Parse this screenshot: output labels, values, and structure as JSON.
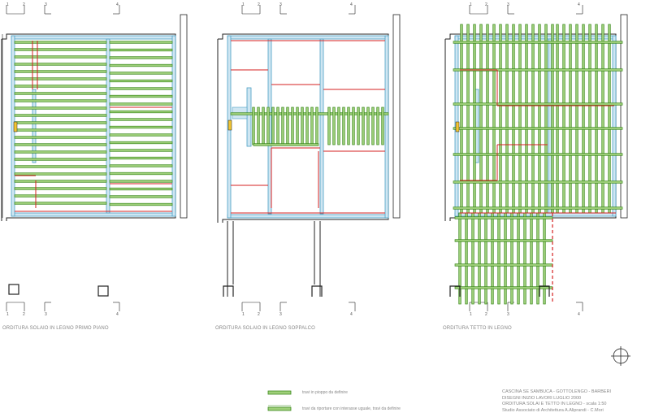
{
  "plans": [
    {
      "caption": "ORDITURA SOLAIO IN LEGNO PRIMO PIANO"
    },
    {
      "caption": "ORDITURA SOLAIO IN LEGNO SOPPALCO"
    },
    {
      "caption": "ORDITURA TETTO IN LEGNO"
    }
  ],
  "axes": [
    "1",
    "2",
    "3",
    "4"
  ],
  "legend": {
    "item1": "travi in pioppo da definire",
    "item2": "travi da riportare con interasse uguale, travi da definire"
  },
  "title_block": {
    "line1": "CASCINA SE SAMBUCA - GOTTOLENGO - BARBERI",
    "line2": "DISEGNI INIZIO LAVORI LUGLIO 2000",
    "line3": "ORDITURA SOLAI E TETTO IN LEGNO - scala 1:50",
    "line4": "Studio Associato di Architettura A.Aliprandi - C.Mori"
  },
  "colors": {
    "beam_green": "#3d8a1e",
    "beam_light": "#9fd07a",
    "wall_blue": "#4a9fc4",
    "red_line": "#d42020",
    "outline": "#222222"
  }
}
